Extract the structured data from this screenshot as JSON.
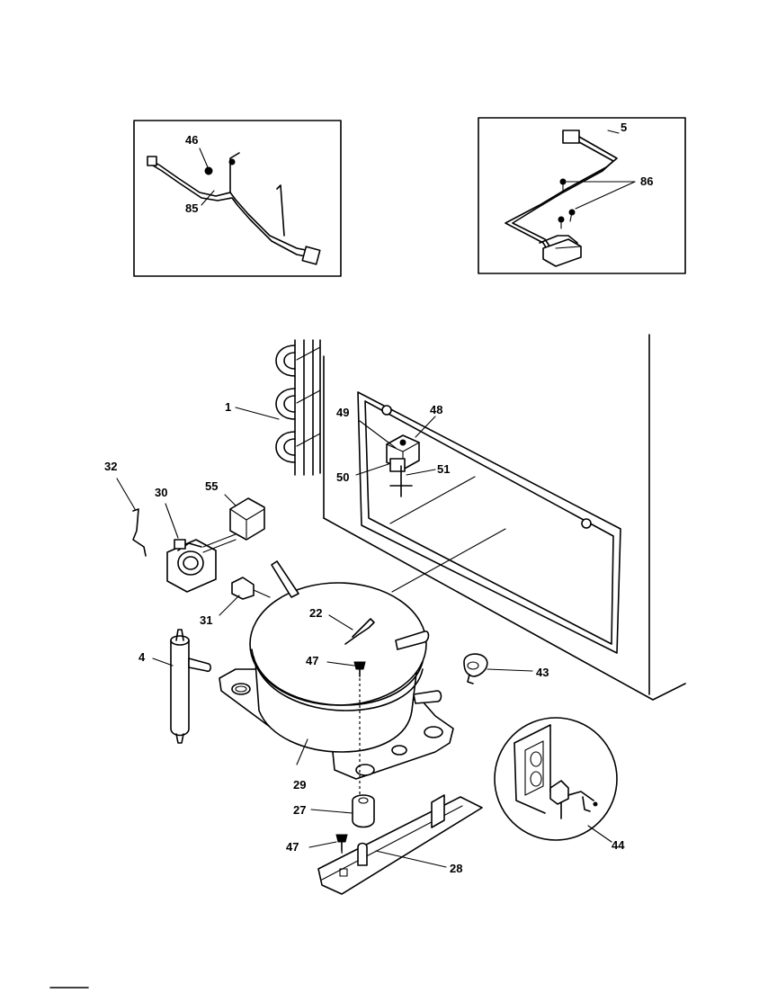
{
  "diagram": {
    "callouts": {
      "p1": "1",
      "p4": "4",
      "p5": "5",
      "p22": "22",
      "p27": "27",
      "p28": "28",
      "p29": "29",
      "p30": "30",
      "p31": "31",
      "p32": "32",
      "p43": "43",
      "p44": "44",
      "p46": "46",
      "p47a": "47",
      "p47b": "47",
      "p48": "48",
      "p49": "49",
      "p50": "50",
      "p51": "51",
      "p55": "55",
      "p85": "85",
      "p86": "86"
    }
  }
}
